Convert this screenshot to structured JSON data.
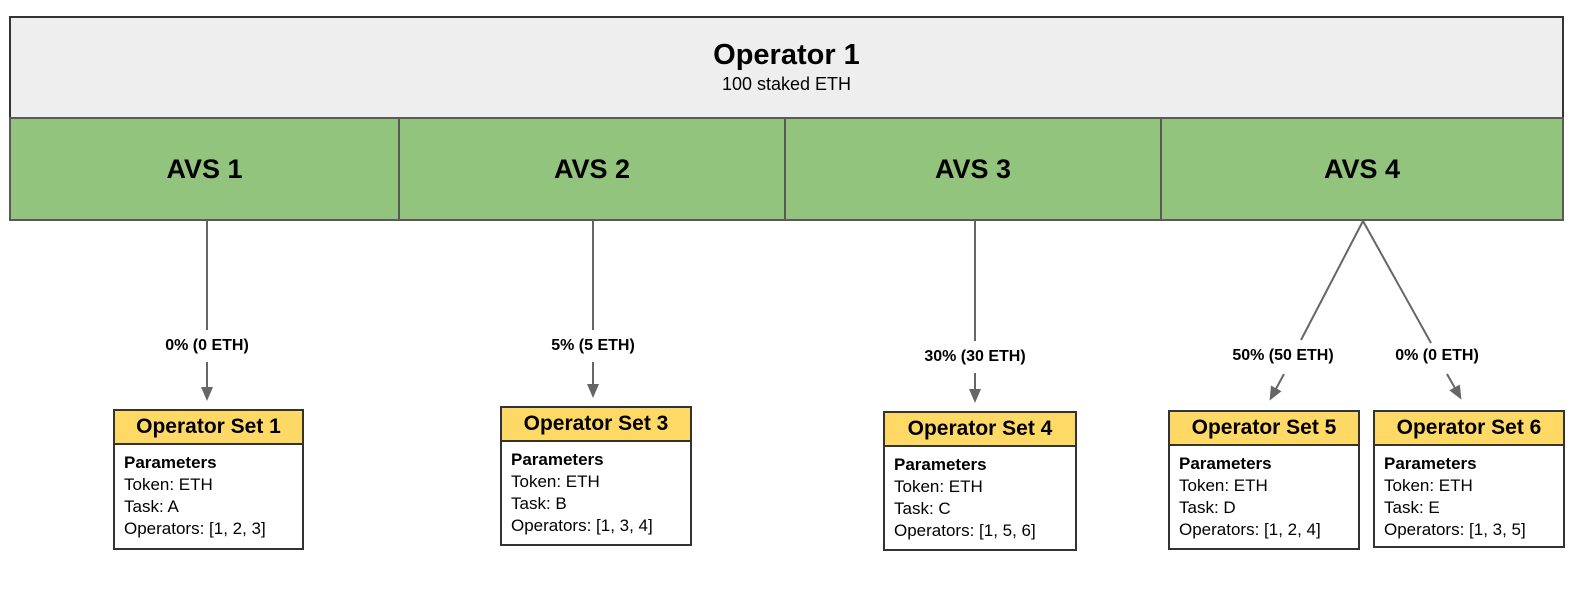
{
  "operator": {
    "title": "Operator 1",
    "subtitle": "100 staked ETH"
  },
  "avs": [
    {
      "label": "AVS 1"
    },
    {
      "label": "AVS 2"
    },
    {
      "label": "AVS 3"
    },
    {
      "label": "AVS 4"
    }
  ],
  "connections": [
    {
      "from": "AVS 1",
      "to": "Operator Set 1",
      "label": "0% (0 ETH)"
    },
    {
      "from": "AVS 2",
      "to": "Operator Set 3",
      "label": "5% (5 ETH)"
    },
    {
      "from": "AVS 3",
      "to": "Operator Set 4",
      "label": "30% (30 ETH)"
    },
    {
      "from": "AVS 4",
      "to": "Operator Set 5",
      "label": "50% (50 ETH)"
    },
    {
      "from": "AVS 4",
      "to": "Operator Set 6",
      "label": "0% (0 ETH)"
    }
  ],
  "sets": [
    {
      "title": "Operator Set 1",
      "params_heading": "Parameters",
      "rows": [
        "Token: ETH",
        "Task: A",
        "Operators: [1, 2, 3]"
      ]
    },
    {
      "title": "Operator Set 3",
      "params_heading": "Parameters",
      "rows": [
        "Token: ETH",
        "Task: B",
        "Operators: [1, 3, 4]"
      ]
    },
    {
      "title": "Operator Set 4",
      "params_heading": "Parameters",
      "rows": [
        "Token: ETH",
        "Task: C",
        "Operators: [1, 5, 6]"
      ]
    },
    {
      "title": "Operator Set 5",
      "params_heading": "Parameters",
      "rows": [
        "Token: ETH",
        "Task: D",
        "Operators: [1, 2, 4]"
      ]
    },
    {
      "title": "Operator Set 6",
      "params_heading": "Parameters",
      "rows": [
        "Token: ETH",
        "Task: E",
        "Operators: [1, 3, 5]"
      ]
    }
  ],
  "colors": {
    "avs_green": "#93c47d",
    "set_header_yellow": "#ffd966",
    "operator_gray": "#eeeeee",
    "border_dark": "#333333",
    "bar_border": "#595959",
    "arrow_gray": "#666666"
  }
}
